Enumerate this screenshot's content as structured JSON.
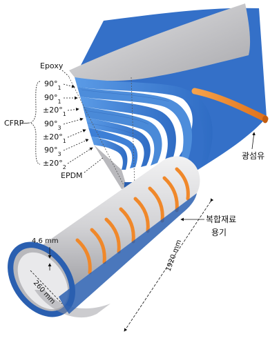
{
  "layers": {
    "epoxy": "Epoxy",
    "cfrp": "CFRP",
    "epdm": "EPDM",
    "stack": [
      {
        "base": "90°",
        "sub": "1"
      },
      {
        "base": "90°",
        "sub": "1"
      },
      {
        "base": "±20°",
        "sub": "1"
      },
      {
        "base": "90°",
        "sub": "3"
      },
      {
        "base": "±20°",
        "sub": "1"
      },
      {
        "base": "90°",
        "sub": "3"
      },
      {
        "base": "±20°",
        "sub": "2"
      }
    ]
  },
  "fiber_label": "광섬유",
  "vessel_label": {
    "line1": "복합재료",
    "line2": "용기"
  },
  "dimensions": {
    "thickness": "4.6 mm",
    "diameter": "260 mm",
    "length": "1920 mm"
  },
  "colors": {
    "blue": "#3d7fd6",
    "blue_dark": "#2a5fb0",
    "gray": "#c9c9cc",
    "fiber_orange": "#f0882a"
  }
}
